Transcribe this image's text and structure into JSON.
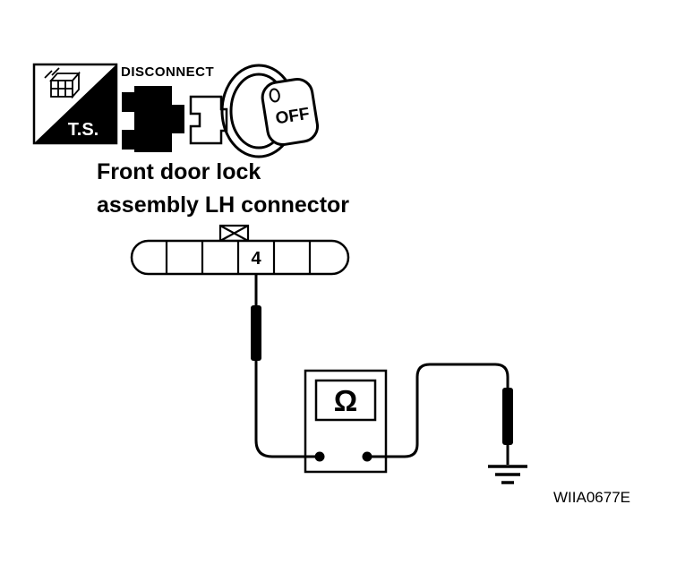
{
  "figure": {
    "id": "WIIA0677E",
    "caption": {
      "line1": "Front door lock",
      "line2": "assembly LH connector"
    },
    "icons": {
      "ts": {
        "label": "T.S."
      },
      "disconnect": {
        "label": "DISCONNECT"
      },
      "key": {
        "label": "OFF"
      }
    },
    "connector": {
      "pin": "4",
      "cells": 6
    },
    "meter": {
      "symbol": "Ω"
    },
    "colors": {
      "line": "#000000",
      "background": "#ffffff"
    }
  }
}
